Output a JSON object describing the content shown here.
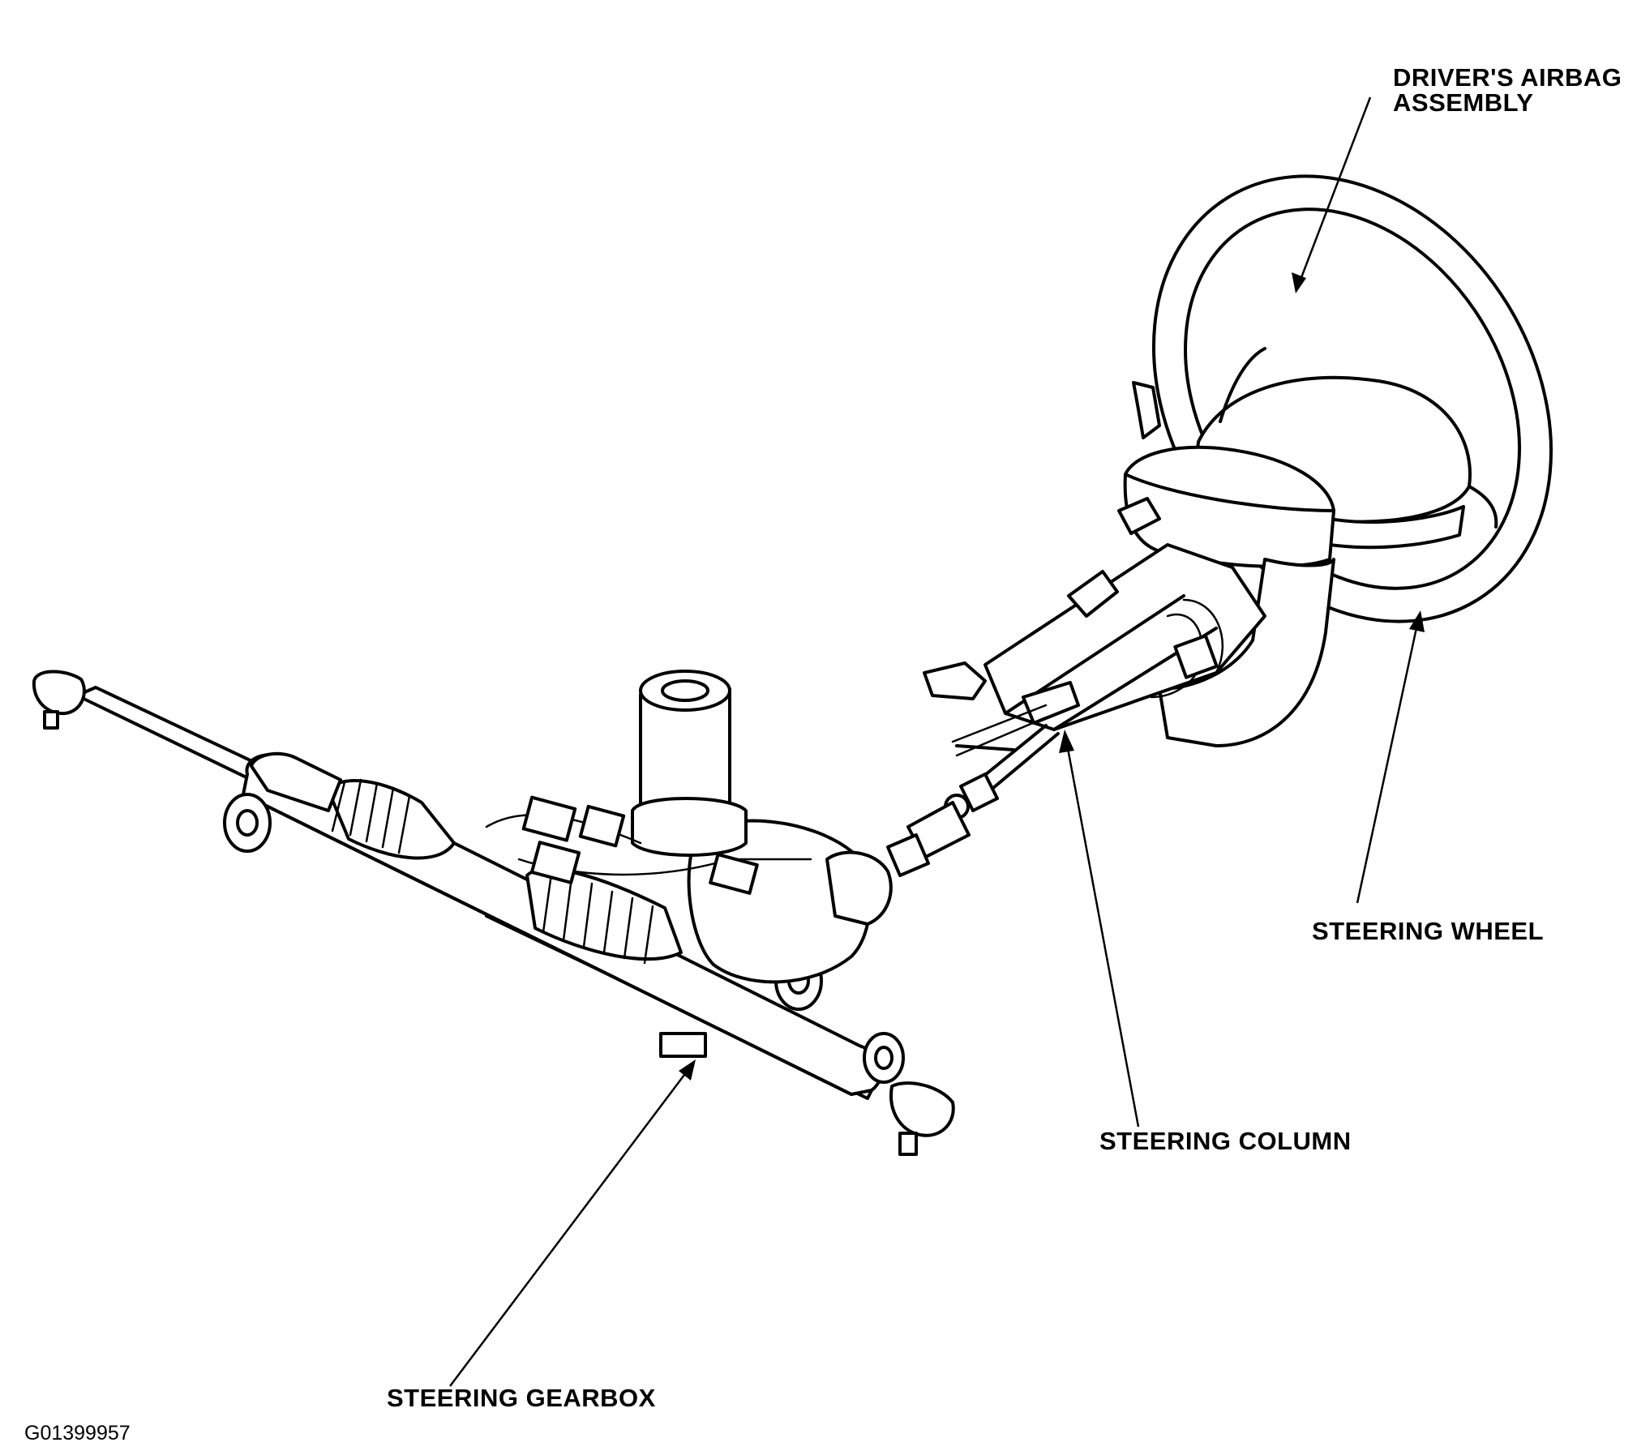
{
  "labels": {
    "airbag_line1": "DRIVER'S AIRBAG",
    "airbag_line2": "ASSEMBLY",
    "steering_wheel": "STEERING WHEEL",
    "steering_column": "STEERING COLUMN",
    "steering_gearbox": "STEERING GEARBOX"
  },
  "figure_id": "G01399957"
}
